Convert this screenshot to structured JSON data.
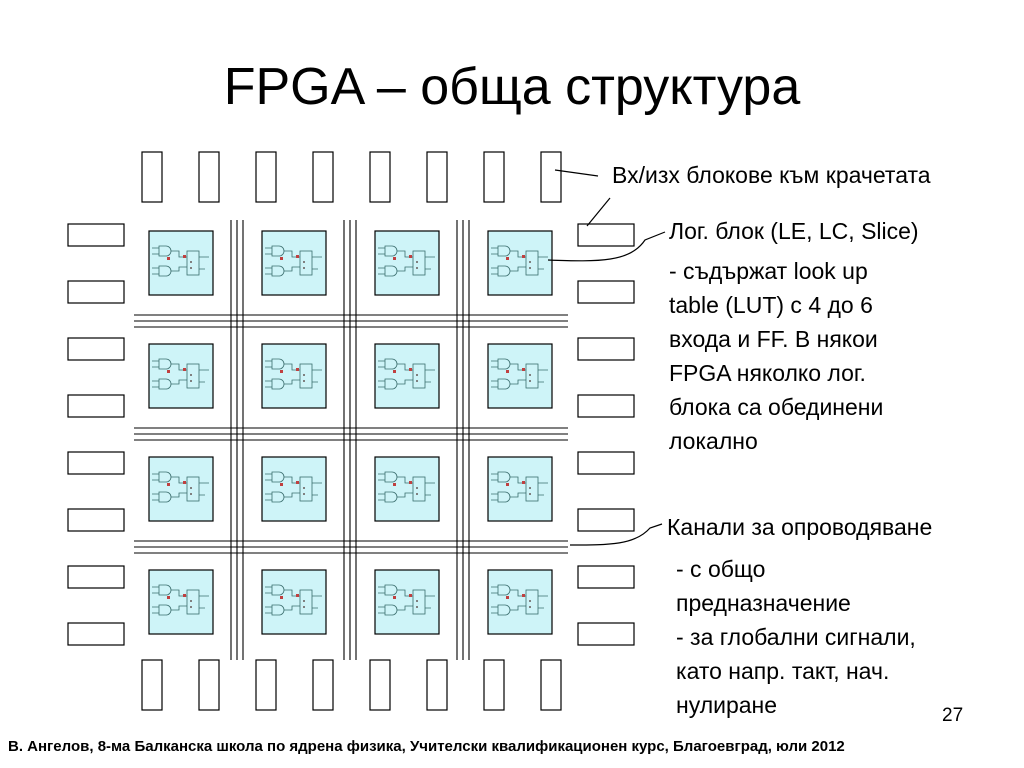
{
  "title": "FPGA – обща структура",
  "labels": {
    "io_blocks": "Вх/изх блокове към крачетата",
    "logic_block": "Лог. блок (LE, LC, Slice)",
    "logic_block_desc": [
      "- съдържат look up",
      "table (LUT) с 4 до 6",
      "входа и FF. В някои",
      "FPGA няколко лог.",
      "блока са обединени",
      "локално"
    ],
    "routing": "Канали за опроводяване",
    "routing_desc": [
      "- с общо",
      "предназначение",
      "- за глобални сигнали,",
      "като напр. такт, нач.",
      "нулиране"
    ]
  },
  "page_number": "27",
  "footer": "В. Ангелов, 8-ма Балканска школа по ядрена физика, Учителски квалификационен курс, Благоевград, юли 2012",
  "colors": {
    "logic_block_fill": "#cef4f8",
    "lut_stroke": "#3a6d6d"
  }
}
